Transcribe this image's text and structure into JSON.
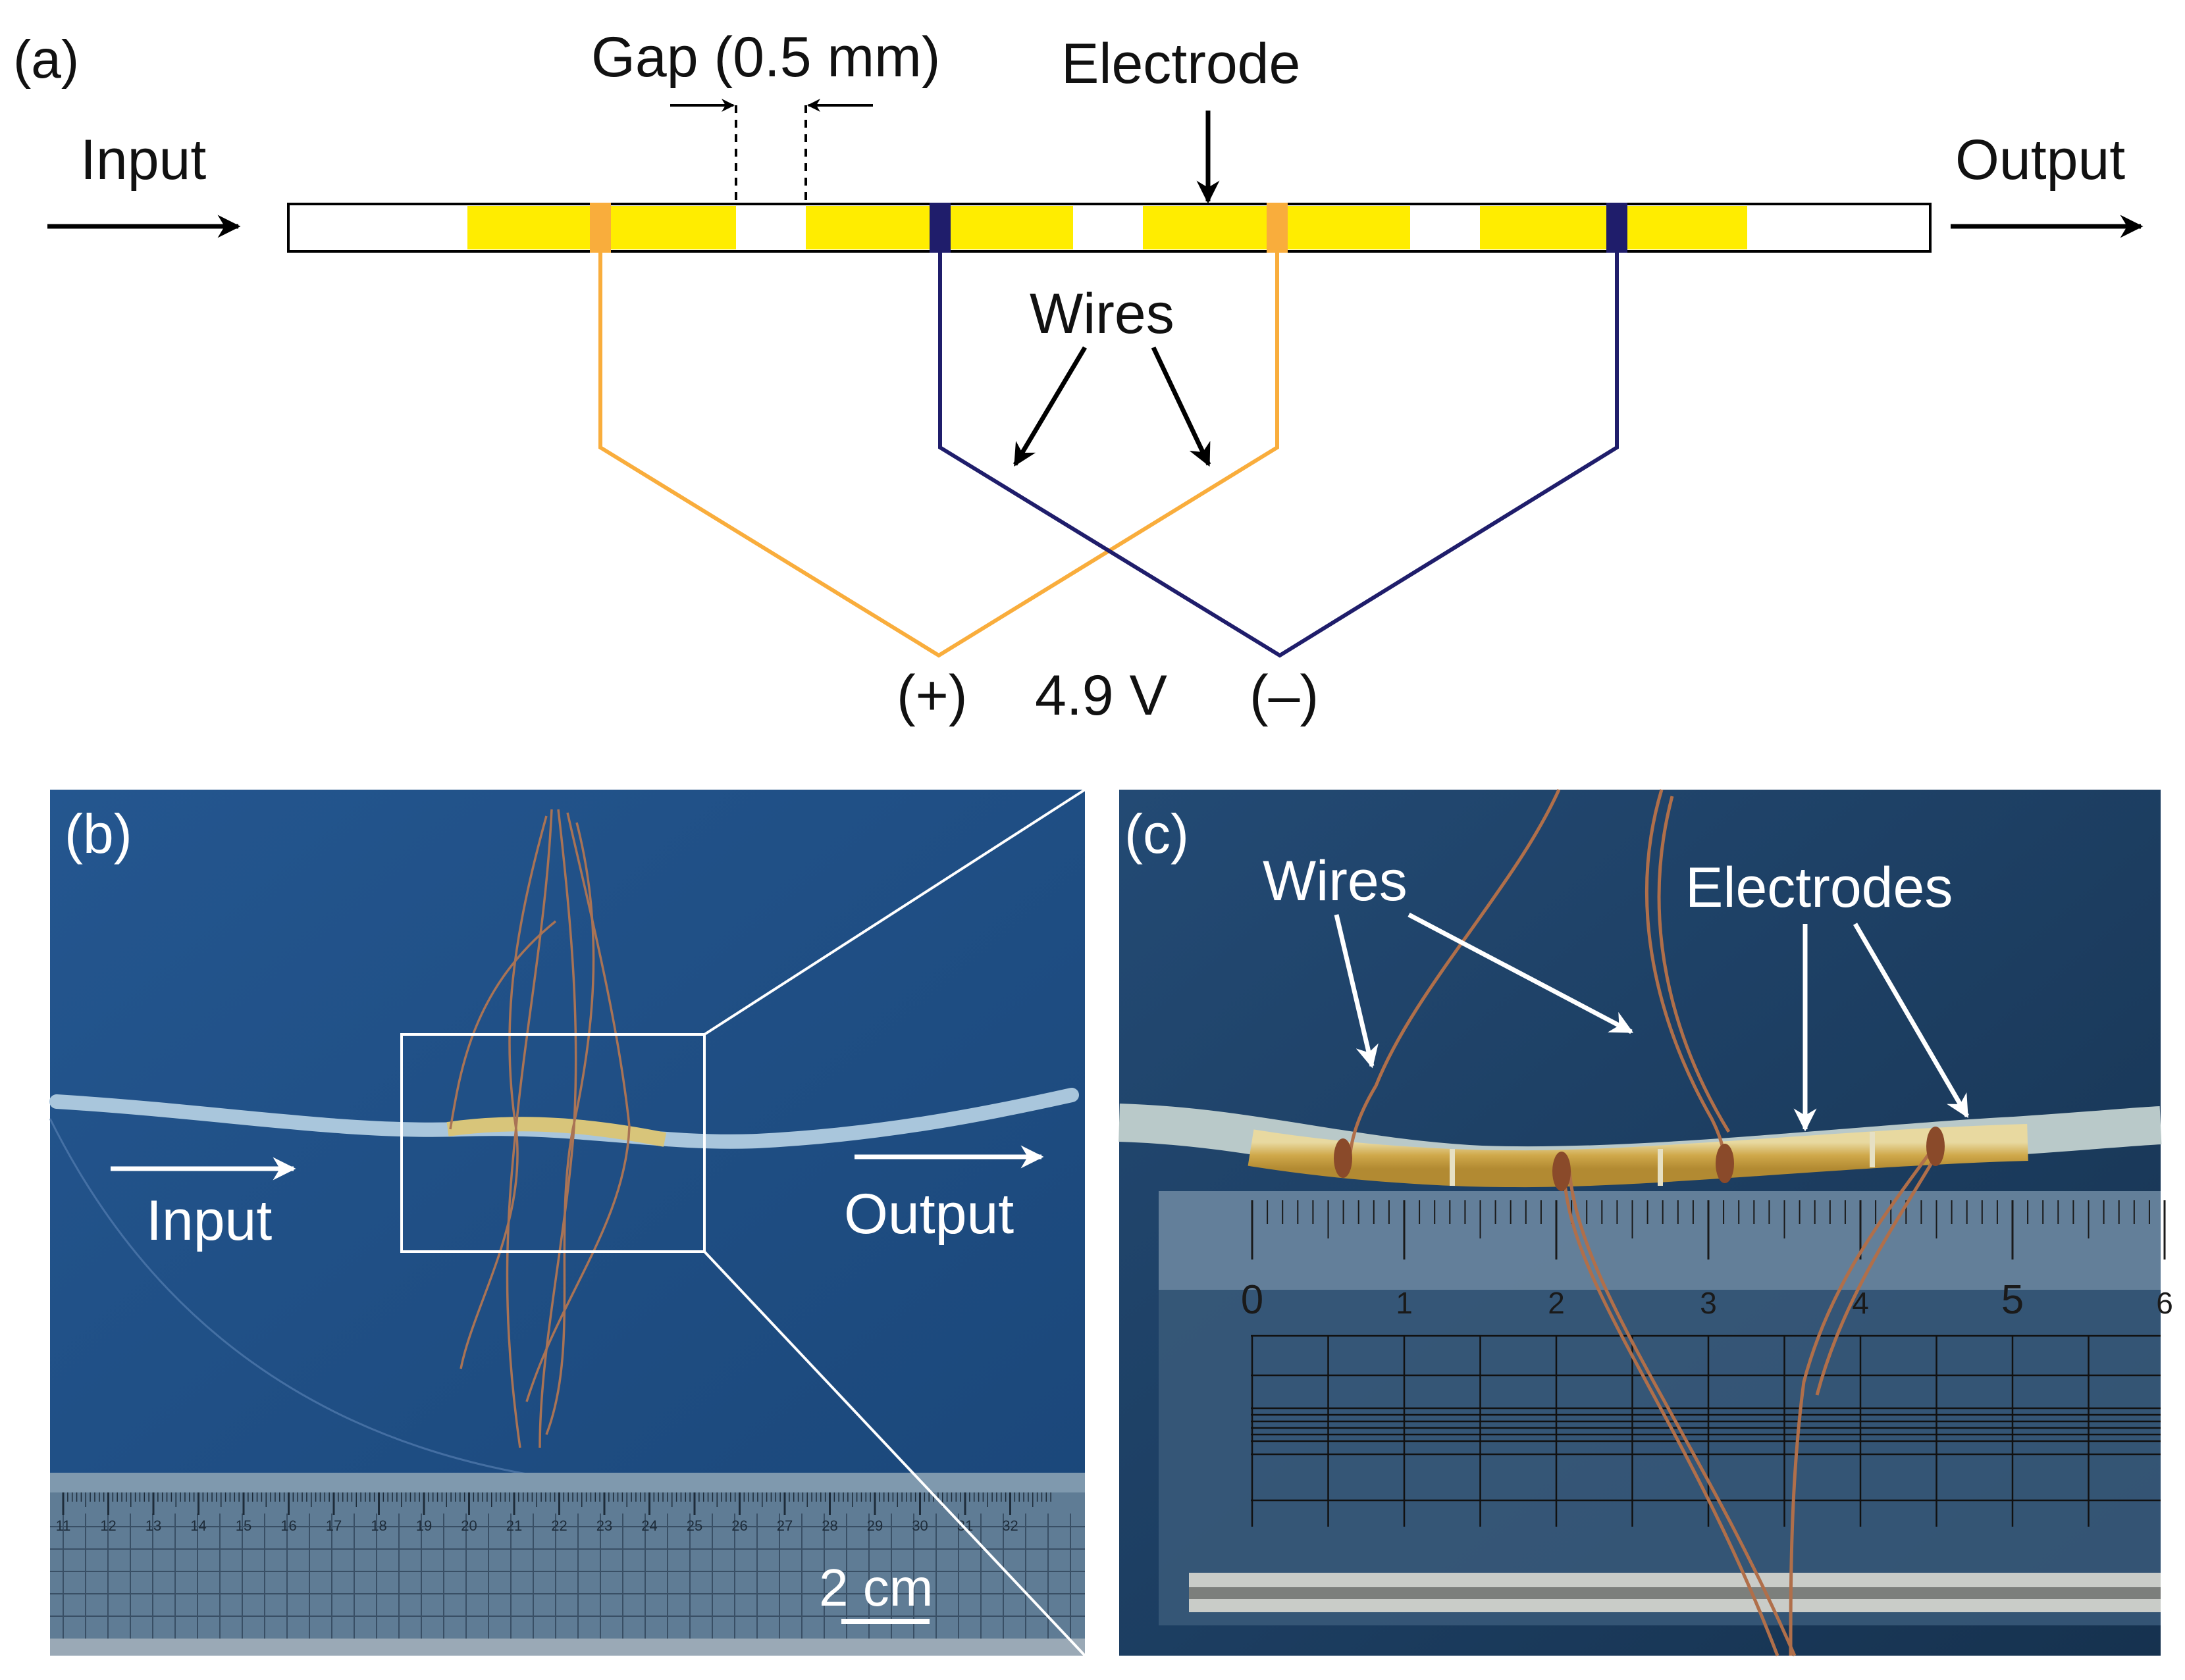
{
  "panel_a": {
    "tag": "(a)",
    "gap_label": "Gap (0.5 mm)",
    "electrode_label": "Electrode",
    "input_label": "Input",
    "output_label": "Output",
    "wires_label": "Wires",
    "plus_label": "(+)",
    "voltage_label": "4.9 V",
    "minus_label": "(–)",
    "colors": {
      "electrode": "#ffed00",
      "positive_wire": "#f9ad3c",
      "negative_wire": "#1f1d6b",
      "fiber_outline": "#000000"
    }
  },
  "panel_b": {
    "tag": "(b)",
    "input_label": "Input",
    "output_label": "Output",
    "scale_label": "2 cm",
    "ruler_ticks": [
      "11",
      "12",
      "13",
      "14",
      "15",
      "16",
      "17",
      "18",
      "19",
      "20",
      "21",
      "22",
      "23",
      "24",
      "25",
      "26",
      "27",
      "28",
      "29",
      "30",
      "31",
      "32"
    ],
    "background_color": "#1f4f86"
  },
  "panel_c": {
    "tag": "(c)",
    "wires_label": "Wires",
    "electrodes_label": "Electrodes",
    "ruler_ticks": [
      "0",
      "1",
      "2",
      "3",
      "4",
      "5",
      "6"
    ],
    "background_color": "#1d3d62"
  }
}
